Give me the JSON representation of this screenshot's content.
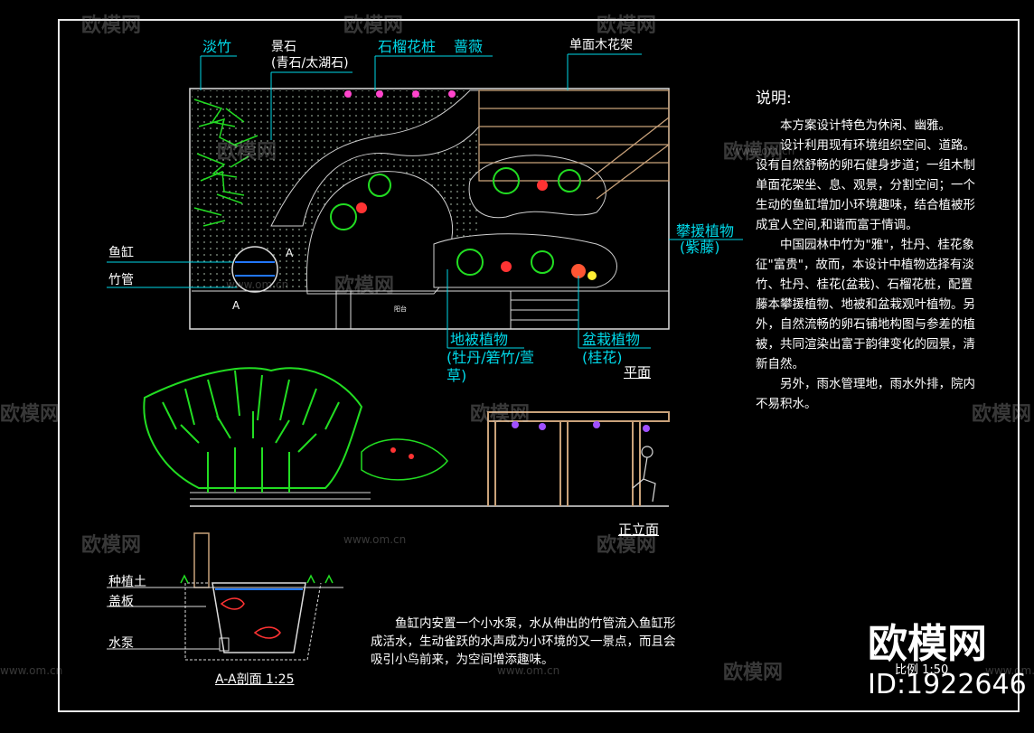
{
  "plan_labels": {
    "dan_zhu": "淡竹",
    "jing_shi_1": "景石",
    "jing_shi_2": "(青石/太湖石)",
    "shi_liu": "石榴花桩",
    "qiang_wei": "蔷薇",
    "mu_hua_jia": "单面木花架",
    "yu_gang": "鱼缸",
    "zhu_guan": "竹管",
    "pan_yuan_1": "攀援植物",
    "pan_yuan_2": "(紫藤)",
    "di_bei_1": "地被植物",
    "di_bei_2": "(牡丹/箬竹/萱",
    "di_bei_3": "草)",
    "pen_zai_1": "盆栽植物",
    "pen_zai_2": "(桂花)",
    "yang_tai": "阳台",
    "section_mark": "A",
    "title": "平面"
  },
  "elevation_title": "正立面",
  "section": {
    "zhong_zhi_tu": "种植土",
    "gai_ban": "盖板",
    "shui_beng": "水泵",
    "title": "A-A剖面  1:25"
  },
  "notes": {
    "heading": "说明:",
    "p1": "本方案设计特色为休闲、幽雅。",
    "p2": "设计利用现有环境组织空间、道路。设有自然舒畅的卵石健身步道；一组木制单面花架坐、息、观景，分割空间；一个生动的鱼缸增加小环境趣味，结合植被形成宜人空间,和谐而富于情调。",
    "p3": "中国园林中竹为\"雅\"，牡丹、桂花象征\"富贵\"，故而，本设计中植物选择有淡竹、牡丹、桂花(盆栽)、石榴花桩，配置藤本攀援植物、地被和盆栽观叶植物。另外，自然流畅的卵石铺地构图与参差的植被，共同渲染出富于韵律变化的园景，清新自然。",
    "p4": "另外，雨水管理地，雨水外排，院内不易积水。"
  },
  "pump_desc": "鱼缸内安置一个小水泵，水从伸出的竹管流入鱼缸形成活水，生动雀跃的水声成为小环境的又一景点，而且会吸引小鸟前来，为空间增添趣味。",
  "scale_note": "比例 1:50",
  "watermark": {
    "brand": "欧模网",
    "url": "www.om.cn",
    "id": "ID:1922646"
  },
  "colors": {
    "leader": "#00d8e8",
    "plant": "#22dd22",
    "wood": "#c9a27a",
    "flower": "#ff3333",
    "vine": "#a050ff",
    "paving": "#7a8a7a"
  }
}
